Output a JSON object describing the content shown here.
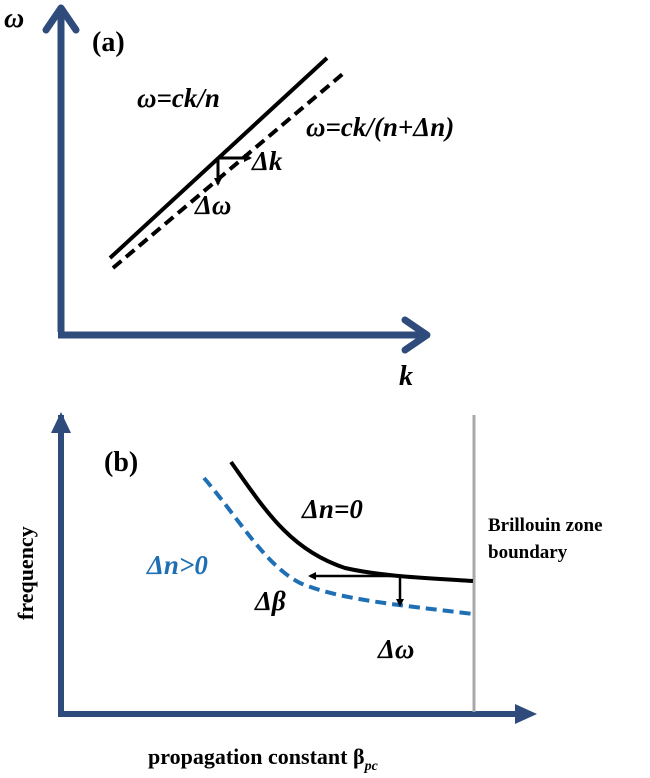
{
  "colors": {
    "axis": "#2f4b7c",
    "curve": "#000000",
    "dashed_blue": "#1f6fb5",
    "boundary": "#a8a8a8",
    "background": "#ffffff"
  },
  "panel_a": {
    "label": "(a)",
    "y_axis_label": "ω",
    "x_axis_label": "k",
    "solid_line_label": "ω=ck/n",
    "dashed_line_label": "ω=ck/(n+Δn)",
    "delta_k_label": "Δk",
    "delta_omega_label": "Δω"
  },
  "panel_b": {
    "label": "(b)",
    "y_axis_label": "frequency",
    "x_axis_label": "propagation constant β",
    "x_axis_subscript": "pc",
    "solid_curve_label": "Δn=0",
    "dashed_curve_label": "Δn>0",
    "delta_beta_label": "Δβ",
    "delta_omega_label": "Δω",
    "boundary_label_line1": "Brillouin zone",
    "boundary_label_line2": "boundary"
  },
  "chart_data": [
    {
      "type": "line",
      "title": "(a)",
      "xlabel": "k",
      "ylabel": "ω",
      "series": [
        {
          "name": "ω=ck/n",
          "style": "solid",
          "description": "linear dispersion, steeper slope"
        },
        {
          "name": "ω=ck/(n+Δn)",
          "style": "dashed",
          "description": "linear dispersion, slightly lower slope"
        }
      ],
      "annotations": [
        "Δk",
        "Δω"
      ]
    },
    {
      "type": "line",
      "title": "(b)",
      "xlabel": "propagation constant β_pc",
      "ylabel": "frequency",
      "series": [
        {
          "name": "Δn=0",
          "style": "solid black",
          "description": "decreasing curve flattening toward zone boundary"
        },
        {
          "name": "Δn>0",
          "style": "dashed blue",
          "description": "shifted lower, same shape"
        }
      ],
      "annotations": [
        "Δβ",
        "Δω",
        "Brillouin zone boundary"
      ]
    }
  ]
}
